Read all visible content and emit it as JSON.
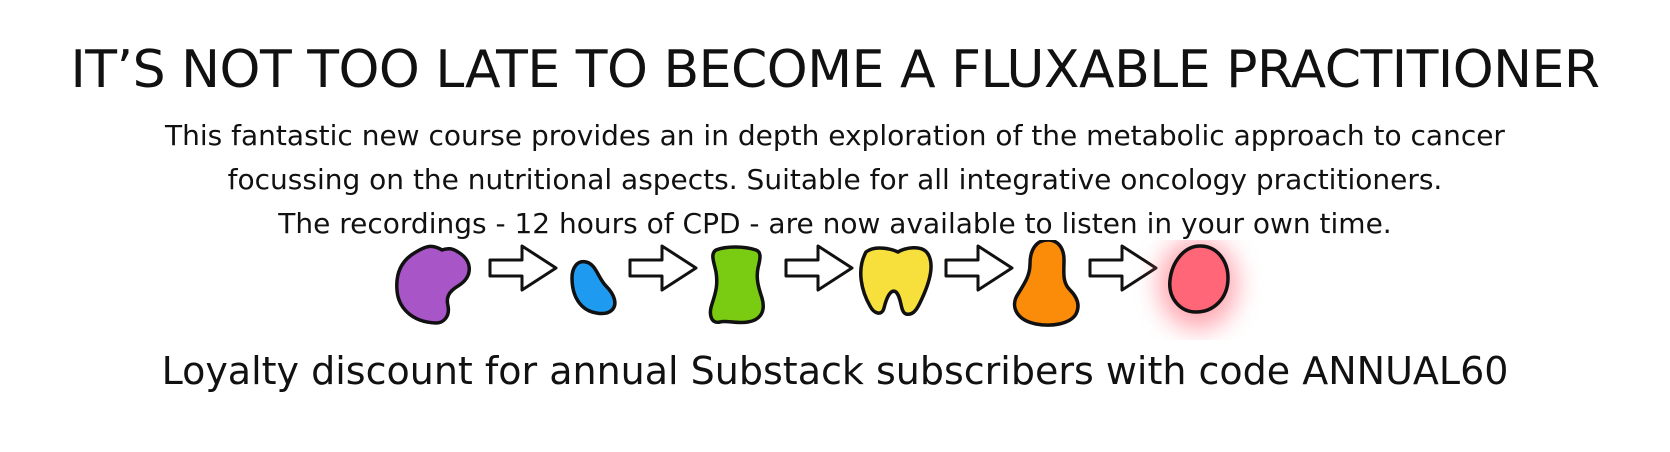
{
  "headline": "IT’S NOT TOO LATE TO BECOME A FLUXABLE PRACTITIONER",
  "description": {
    "line1": "This fantastic new course provides an in depth exploration of the metabolic approach to cancer",
    "line2": "focussing on the nutritional aspects. Suitable for all integrative oncology practitioners.",
    "line3": "The recordings - 12 hours of CPD - are now available to listen in your own time."
  },
  "offer": "Loyalty discount for annual Substack subscribers with code ANNUAL60",
  "flow": {
    "shapes": [
      {
        "name": "purple-blob-icon",
        "color": "#A855C8"
      },
      {
        "name": "blue-blob-icon",
        "color": "#1E9BF0"
      },
      {
        "name": "green-blob-icon",
        "color": "#7ACC12"
      },
      {
        "name": "yellow-tooth-blob-icon",
        "color": "#F7E03C"
      },
      {
        "name": "orange-blob-icon",
        "color": "#FA8C0A"
      },
      {
        "name": "pink-glowing-blob-icon",
        "color": "#FF6677"
      }
    ],
    "arrow_icon": "right-arrow-icon"
  }
}
